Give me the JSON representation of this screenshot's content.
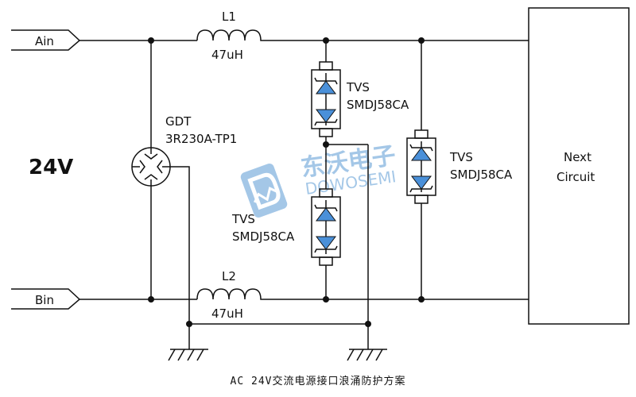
{
  "inputs": {
    "a": "Ain",
    "b": "Bin"
  },
  "voltage": "24V",
  "inductors": [
    {
      "ref": "L1",
      "value": "47uH"
    },
    {
      "ref": "L2",
      "value": "47uH"
    }
  ],
  "gdt": {
    "type": "GDT",
    "part": "3R230A-TP1"
  },
  "tvs": [
    {
      "type": "TVS",
      "part": "SMDJ58CA"
    },
    {
      "type": "TVS",
      "part": "SMDJ58CA"
    },
    {
      "type": "TVS",
      "part": "SMDJ58CA"
    }
  ],
  "load": {
    "line1": "Next",
    "line2": "Circuit"
  },
  "watermark": {
    "cn": "东沃电子",
    "en": "DOWOSEMI"
  },
  "caption": "AC 24V交流电源接口浪涌防护方案",
  "colors": {
    "tvs_fill": "#4A90D9",
    "tvs_box": "#111111",
    "watermark": "#5B9BD5"
  }
}
